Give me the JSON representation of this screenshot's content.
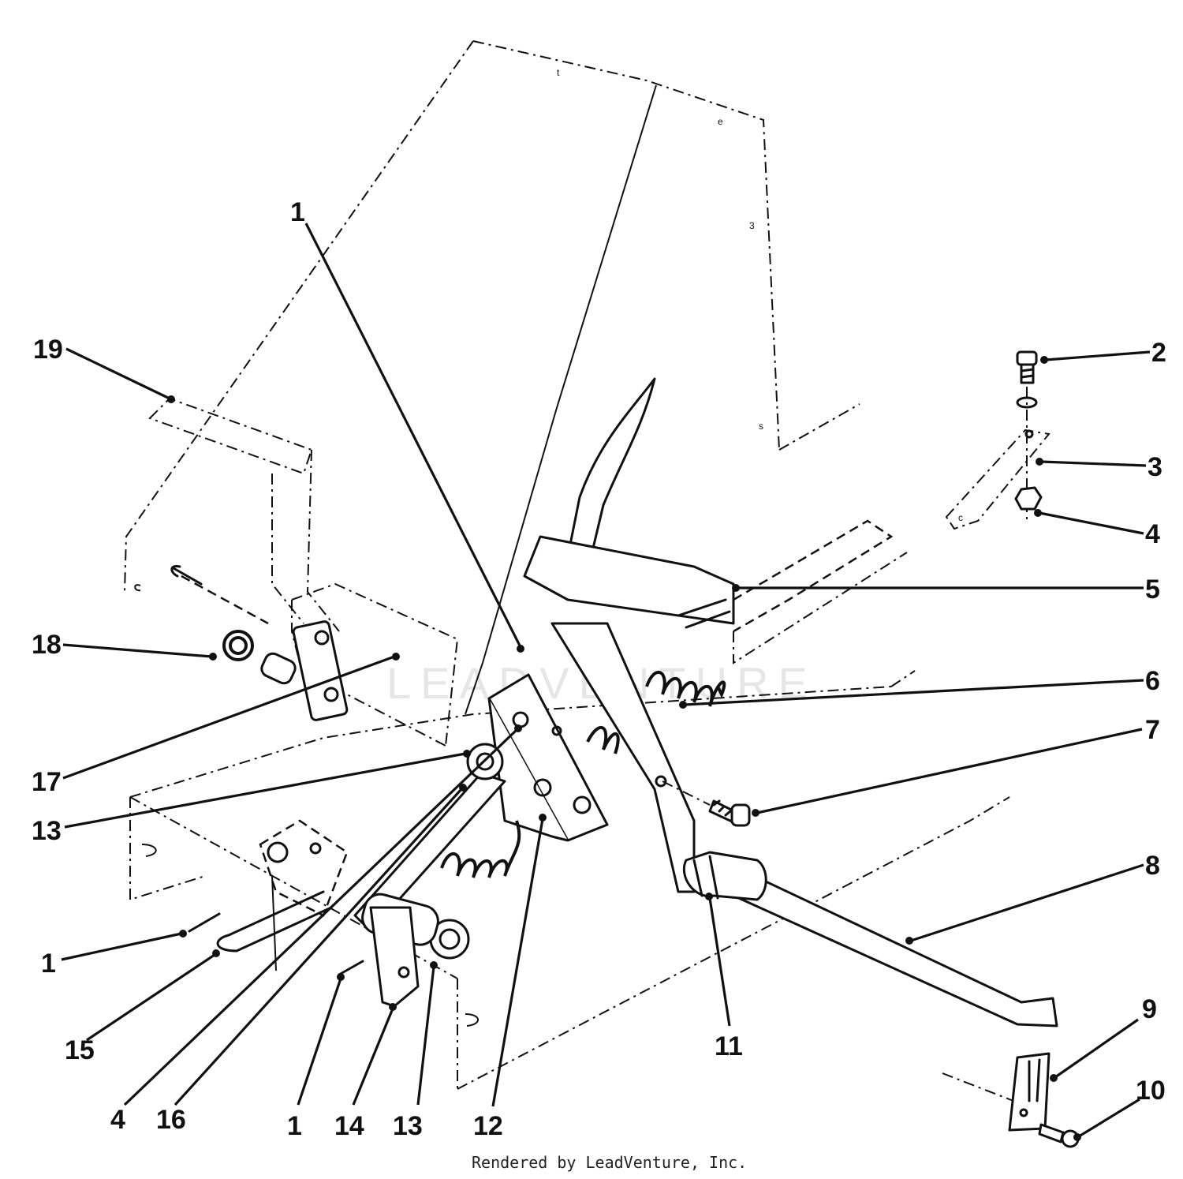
{
  "footer": {
    "credit": "Rendered by LeadVenture, Inc."
  },
  "watermark": {
    "text": "LEADVENTURE"
  },
  "callouts": {
    "c1_top": "1",
    "c2": "2",
    "c3": "3",
    "c4_right": "4",
    "c5": "5",
    "c6": "6",
    "c7": "7",
    "c8": "8",
    "c9": "9",
    "c10": "10",
    "c11": "11",
    "c12": "12",
    "c13_bottom": "13",
    "c1_bottom": "1",
    "c14": "14",
    "c16": "16",
    "c4_bottom": "4",
    "c15": "15",
    "c1_left": "1",
    "c13_left": "13",
    "c17": "17",
    "c18": "18",
    "c19": "19"
  }
}
